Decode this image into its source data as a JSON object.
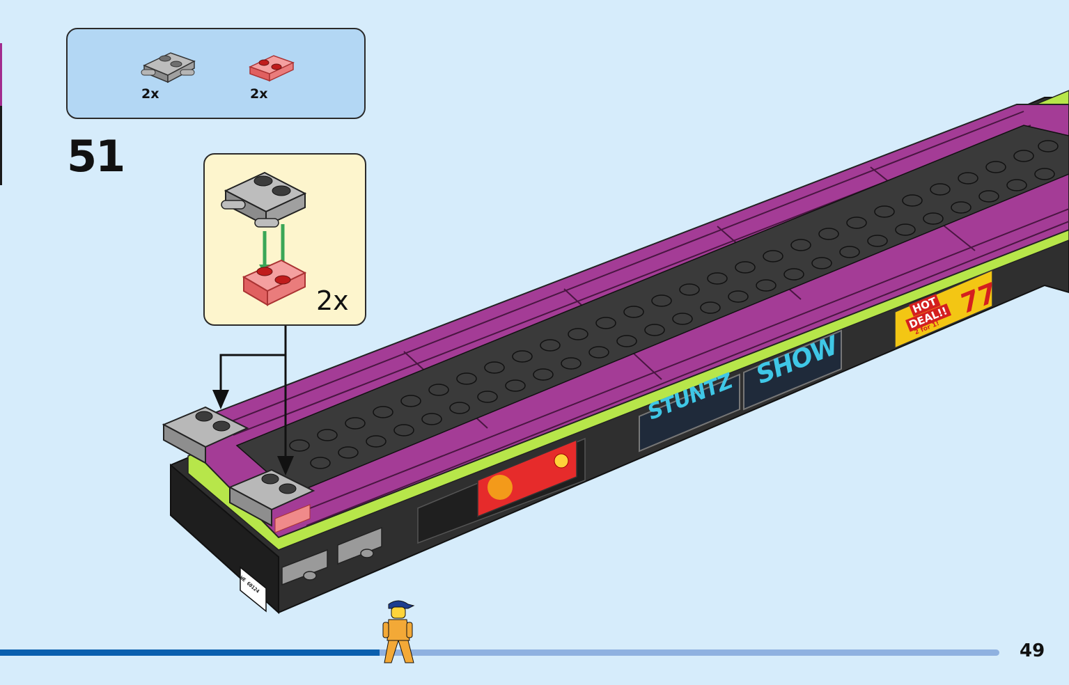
{
  "step": {
    "number": "51"
  },
  "parts_list": {
    "items": [
      {
        "name": "gray-plate-with-handle",
        "qty": "2x",
        "color": "#a9a9a9"
      },
      {
        "name": "trans-red-plate-1x2",
        "qty": "2x",
        "color": "#f07a7a"
      }
    ]
  },
  "callout": {
    "qty": "2x"
  },
  "stickers": {
    "banner_1": "STUNTZ",
    "banner_2": "SHOW",
    "ad_line_1": "HOT",
    "ad_line_2": "DEAL!!",
    "ad_line_3": "2 for 1!",
    "ad_number": "77",
    "license_plate": "WE 60124"
  },
  "progress": {
    "fraction": 0.38
  },
  "page": {
    "number": "49"
  },
  "colors": {
    "background": "#d6ecfb",
    "magenta": "#a43c96",
    "dark": "#2c2c2c",
    "lime": "#b7e64a",
    "progress": "#0a5fae",
    "progress_track": "#8fb1e0"
  }
}
